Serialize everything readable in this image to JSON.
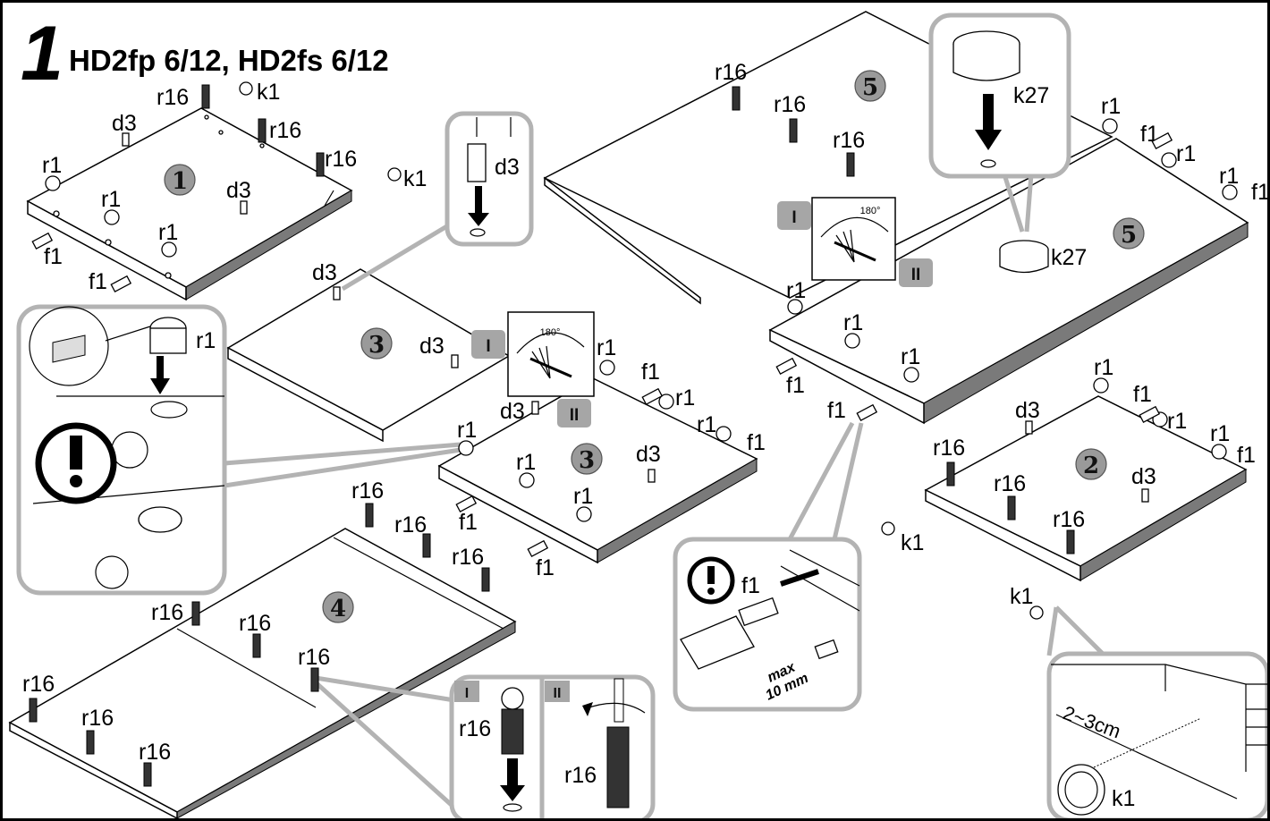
{
  "title": {
    "step_number": "1",
    "model_text": "HD2fp 6/12, HD2fs 6/12"
  },
  "step_badges": [
    "1",
    "2",
    "3",
    "3",
    "4",
    "5",
    "5"
  ],
  "roman": {
    "one": "I",
    "two": "II"
  },
  "parts": {
    "r1": "r1",
    "r16": "r16",
    "k1": "k1",
    "d3": "d3",
    "f1": "f1",
    "k27": "k27"
  },
  "rotation_label": "180°",
  "insets": {
    "distance_label": "2~3cm",
    "max_label_line1": "max",
    "max_label_line2": "10 mm"
  },
  "icons": [
    "warning-exclamation-icon",
    "rotation-arrow-icon",
    "screwdriver-icon",
    "arrow-down-icon"
  ],
  "colors": {
    "badge_gray": "#9a9a9a",
    "callout_gray": "#b3b3b3",
    "edge_gray": "#7a7a7a"
  }
}
